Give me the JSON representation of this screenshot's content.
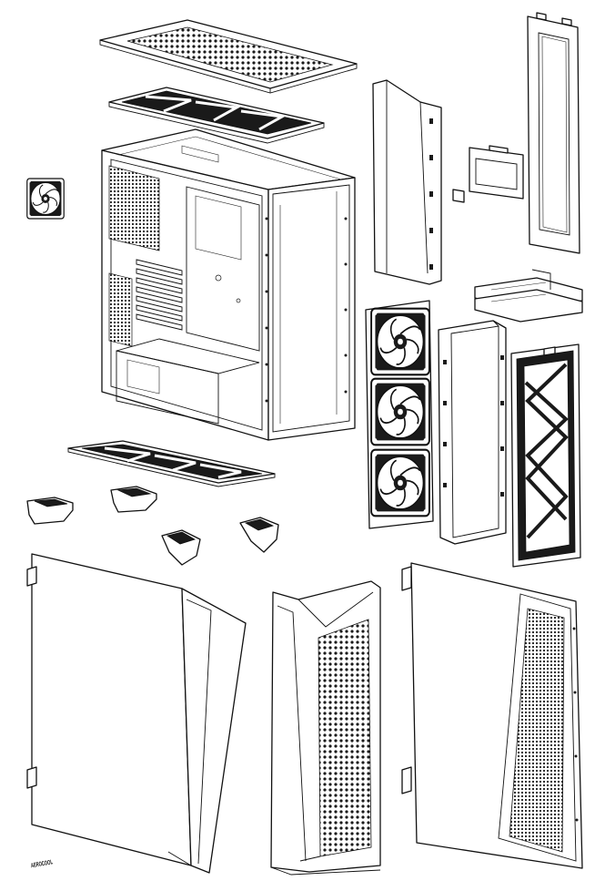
{
  "diagram": {
    "type": "exploded-view",
    "background": "#ffffff",
    "line_color": "#111111",
    "parts": [
      {
        "id": "top-mesh-cover",
        "icon": "perforated-panel-icon"
      },
      {
        "id": "top-dust-filter",
        "icon": "filter-frame-icon"
      },
      {
        "id": "rear-fan",
        "icon": "fan-icon"
      },
      {
        "id": "chassis-frame",
        "icon": "case-frame-icon"
      },
      {
        "id": "bottom-dust-filter",
        "icon": "filter-frame-icon"
      },
      {
        "id": "case-feet",
        "count": 4,
        "icon": "foot-icon"
      },
      {
        "id": "psu-shroud-cover",
        "icon": "cover-panel-icon"
      },
      {
        "id": "ssd-bracket",
        "icon": "bracket-icon"
      },
      {
        "id": "rear-cable-cover",
        "icon": "cover-panel-icon"
      },
      {
        "id": "hdd-cage",
        "icon": "drive-cage-icon"
      },
      {
        "id": "front-fans",
        "count": 3,
        "icon": "fan-icon"
      },
      {
        "id": "front-fan-bracket",
        "icon": "bracket-icon"
      },
      {
        "id": "front-dust-filter",
        "icon": "filter-frame-icon"
      },
      {
        "id": "left-side-panel",
        "icon": "side-panel-icon"
      },
      {
        "id": "front-panel",
        "icon": "front-panel-icon"
      },
      {
        "id": "right-side-panel",
        "icon": "side-panel-icon"
      }
    ],
    "logo_text": "AEROCOOL"
  }
}
